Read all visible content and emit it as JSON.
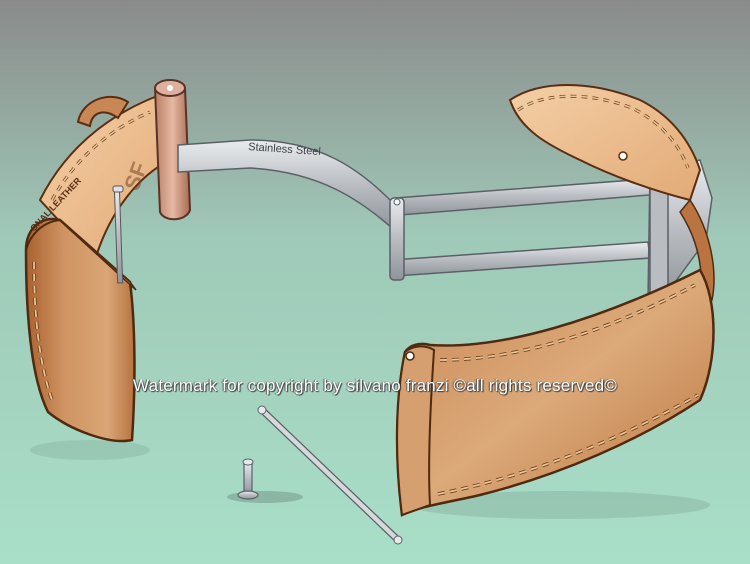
{
  "illustration": {
    "strap_stamp": "ONAL LEATHER",
    "keeper_logo": "SF",
    "clasp_engraving": "Stainless Steel",
    "watermark": "Watermark for copyright by silvano franzi ©all rights reserved©"
  },
  "colors": {
    "background_top": "#8d8d8d",
    "background_bottom": "#a6dcc6",
    "leather": "#c98a55",
    "leather_inner": "#f0c497",
    "leather_edge": "#6e3c17",
    "steel": "#c9ccd0",
    "stitch": "#e8c79a"
  },
  "icons": [
    "spring-bar-icon",
    "screw-icon",
    "folding-clasp-icon"
  ]
}
